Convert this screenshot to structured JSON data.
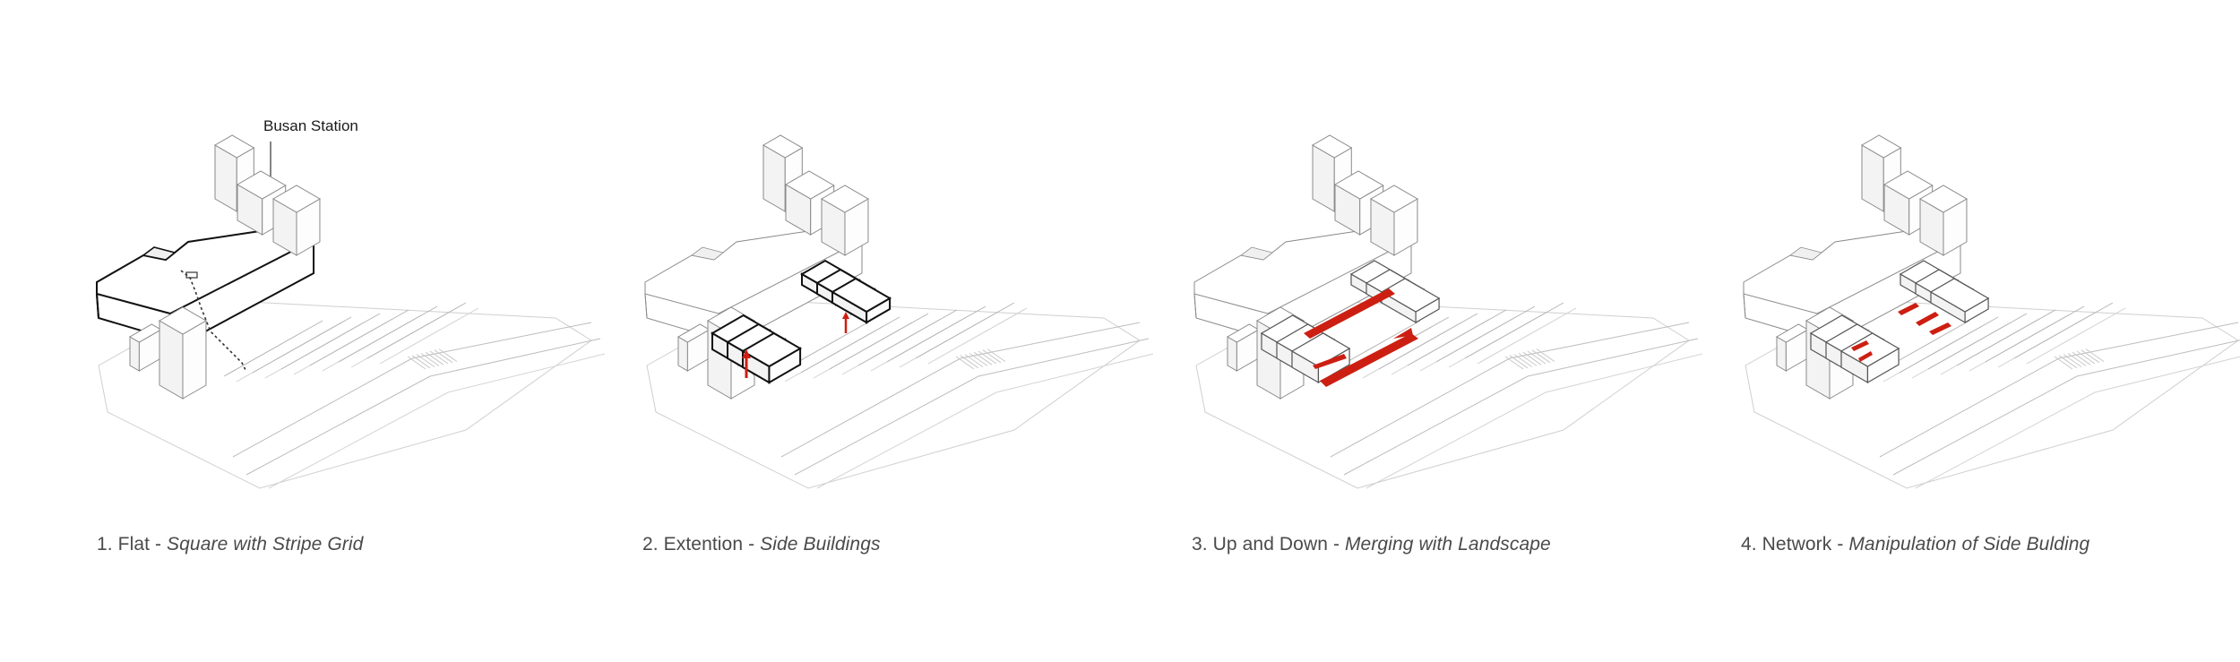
{
  "callout": {
    "label": "Busan Station"
  },
  "panels": [
    {
      "number": "1.",
      "title": "Flat",
      "separator": "-",
      "subtitle": "Square with Stripe Grid"
    },
    {
      "number": "2.",
      "title": "Extention",
      "separator": "-",
      "subtitle": "Side Buildings"
    },
    {
      "number": "3.",
      "title": "Up and Down",
      "separator": "-",
      "subtitle": "Merging with Landscape"
    },
    {
      "number": "4.",
      "title": "Network",
      "separator": "-",
      "subtitle": "Manipulation of Side Bulding"
    }
  ],
  "colors": {
    "accent": "#cc1f12",
    "line": "#8a8a8a",
    "dark": "#111111",
    "shade": "#e9e9e9"
  }
}
